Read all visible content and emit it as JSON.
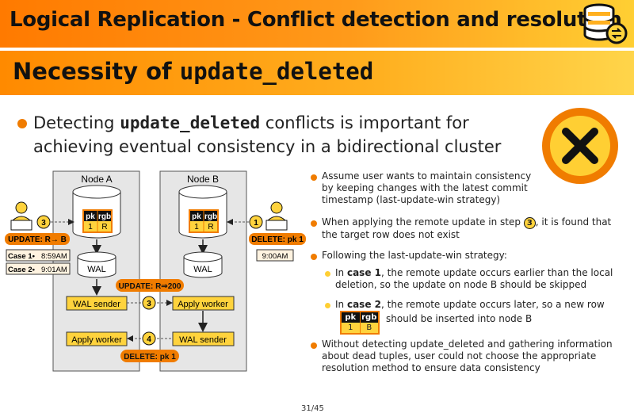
{
  "header": {
    "title": "Logical Replication - Conflict detection and resolution",
    "logo_icon": "database-logo-icon"
  },
  "subtitle": {
    "prefix": "Necessity of ",
    "code": "update_deleted"
  },
  "main_bullet": {
    "pre": "Detecting ",
    "code": "update_deleted",
    "post": " conflicts is important for achieving eventual consistency in a bidirectional cluster"
  },
  "status_icon": "x-circle-icon",
  "diagram": {
    "node_a": "Node A",
    "node_b": "Node B",
    "table": {
      "col1": "pk",
      "col2": "rgb",
      "a_row": [
        "1",
        "R"
      ],
      "b_row": [
        "1",
        "R"
      ]
    },
    "wal": "WAL",
    "wal_sender": "WAL sender",
    "apply_worker": "Apply worker",
    "user_left": {
      "step": "3",
      "action": "UPDATE: R→ B",
      "case1_label": "Case 1•",
      "case1_time": "8:59AM",
      "case2_label": "Case 2•",
      "case2_time": "9:01AM"
    },
    "user_right": {
      "step": "1",
      "action": "DELETE: pk 1",
      "time": "9:00AM"
    },
    "update_badge": "UPDATE: R⇒200",
    "step3": "3",
    "step4": "4",
    "delete_badge": "DELETE: pk 1"
  },
  "right_bullets": {
    "b1": "Assume user wants to maintain consistency by keeping changes with the latest commit timestamp (last-update-win strategy)",
    "b2_pre": "When applying the remote update in step ",
    "b2_step": "3",
    "b2_post": ", it is found that the target row does not exist",
    "b3": "Following the last-update-win strategy:",
    "c1_pre": "In ",
    "c1_bold": "case 1",
    "c1_post": ", the remote update occurs earlier than the local deletion, so the update on node B should be skipped",
    "c2_pre": "In ",
    "c2_bold": "case 2",
    "c2_post": ", the remote update occurs later, so a new row",
    "c2_table": {
      "col1": "pk",
      "col2": "rgb",
      "row": [
        "1",
        "B"
      ]
    },
    "c2_tail": "should be inserted into node B",
    "b4": "Without detecting update_deleted and gathering information about dead tuples, user could not choose the appropriate resolution method to ensure data consistency"
  },
  "footer": {
    "page": "31/45"
  },
  "colors": {
    "accent": "#f07c00",
    "yellow": "#ffd33d",
    "dark": "#111111"
  }
}
